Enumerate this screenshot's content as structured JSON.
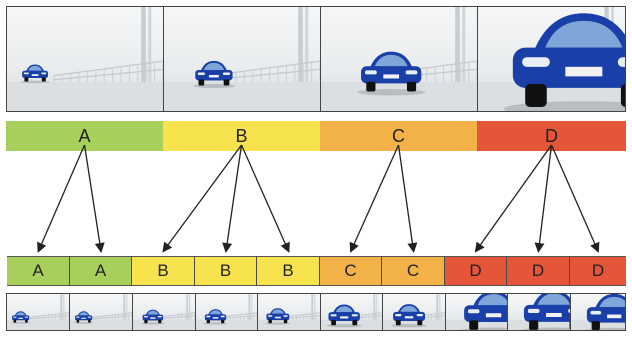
{
  "colors": {
    "A": "#a8cf5a",
    "B": "#f6e34d",
    "C": "#f2b247",
    "D": "#e5553a",
    "car": "#1a3fa8",
    "arrow": "#222222"
  },
  "top_grades": [
    {
      "label": "A"
    },
    {
      "label": "B"
    },
    {
      "label": "C"
    },
    {
      "label": "D"
    }
  ],
  "bottom_grades": [
    {
      "label": "A",
      "group": 0
    },
    {
      "label": "A",
      "group": 0
    },
    {
      "label": "B",
      "group": 1
    },
    {
      "label": "B",
      "group": 1
    },
    {
      "label": "B",
      "group": 1
    },
    {
      "label": "C",
      "group": 2
    },
    {
      "label": "C",
      "group": 2
    },
    {
      "label": "D",
      "group": 3
    },
    {
      "label": "D",
      "group": 3
    },
    {
      "label": "D",
      "group": 3
    }
  ],
  "icons": {
    "frame_scene": "car-on-road-with-fence-icon",
    "connector": "arrow-icon"
  }
}
